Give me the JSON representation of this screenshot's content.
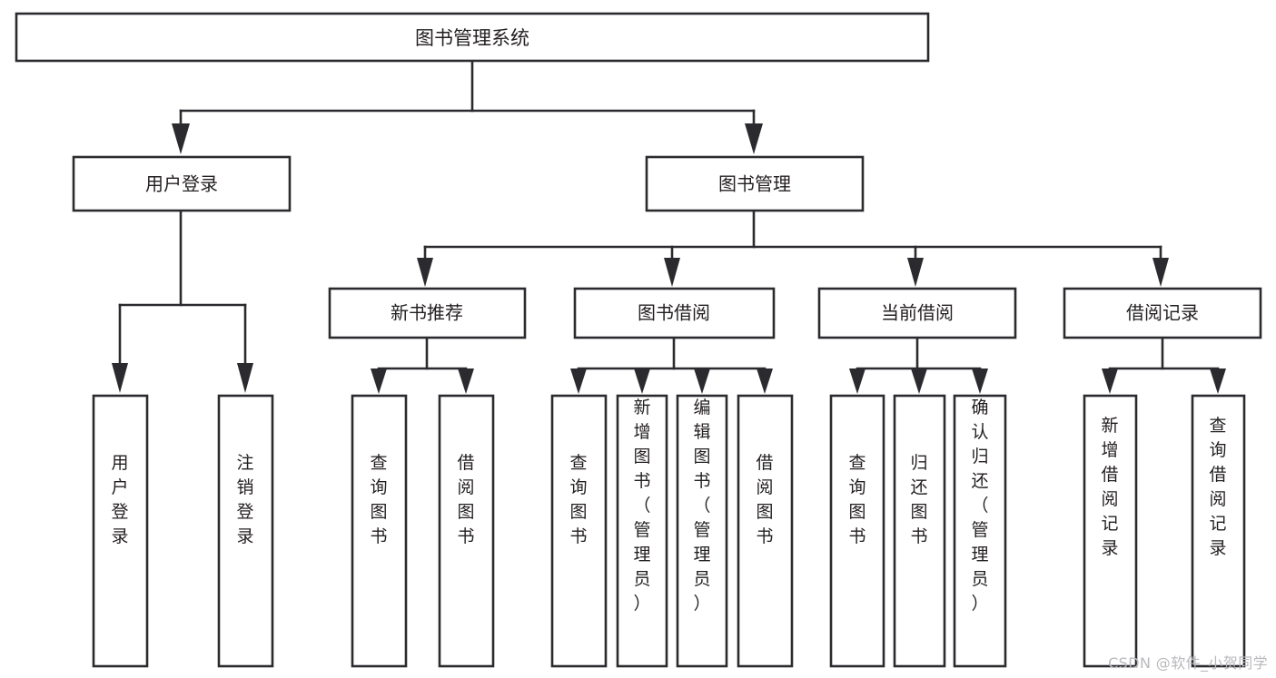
{
  "diagram": {
    "title": "图书管理系统",
    "type": "tree",
    "orientation": "top-down",
    "background_color": "#ffffff",
    "line_color": "#2b2b2f",
    "box_fill": "#ffffff",
    "text_color": "#231f20"
  },
  "root": {
    "label": "图书管理系统"
  },
  "level2": {
    "user_login": {
      "label": "用户登录"
    },
    "book_manage": {
      "label": "图书管理"
    }
  },
  "level3": {
    "new_book_rec": {
      "label": "新书推荐"
    },
    "book_borrow": {
      "label": "图书借阅"
    },
    "current_borrow": {
      "label": "当前借阅"
    },
    "borrow_record": {
      "label": "借阅记录"
    }
  },
  "leaves": {
    "user_login": [
      {
        "label": "用户登录"
      },
      {
        "label": "注销登录"
      }
    ],
    "new_book_rec": [
      {
        "label": "查询图书"
      },
      {
        "label": "借阅图书"
      }
    ],
    "book_borrow": [
      {
        "label": "查询图书"
      },
      {
        "label": "新增图书（管理员）"
      },
      {
        "label": "编辑图书（管理员）"
      },
      {
        "label": "借阅图书"
      }
    ],
    "current_borrow": [
      {
        "label": "查询图书"
      },
      {
        "label": "归还图书"
      },
      {
        "label": "确认归还（管理员）"
      }
    ],
    "borrow_record": [
      {
        "label": "新增借阅记录"
      },
      {
        "label": "查询借阅记录"
      }
    ]
  },
  "watermark": {
    "text": "CSDN @软件_小贺同学"
  }
}
